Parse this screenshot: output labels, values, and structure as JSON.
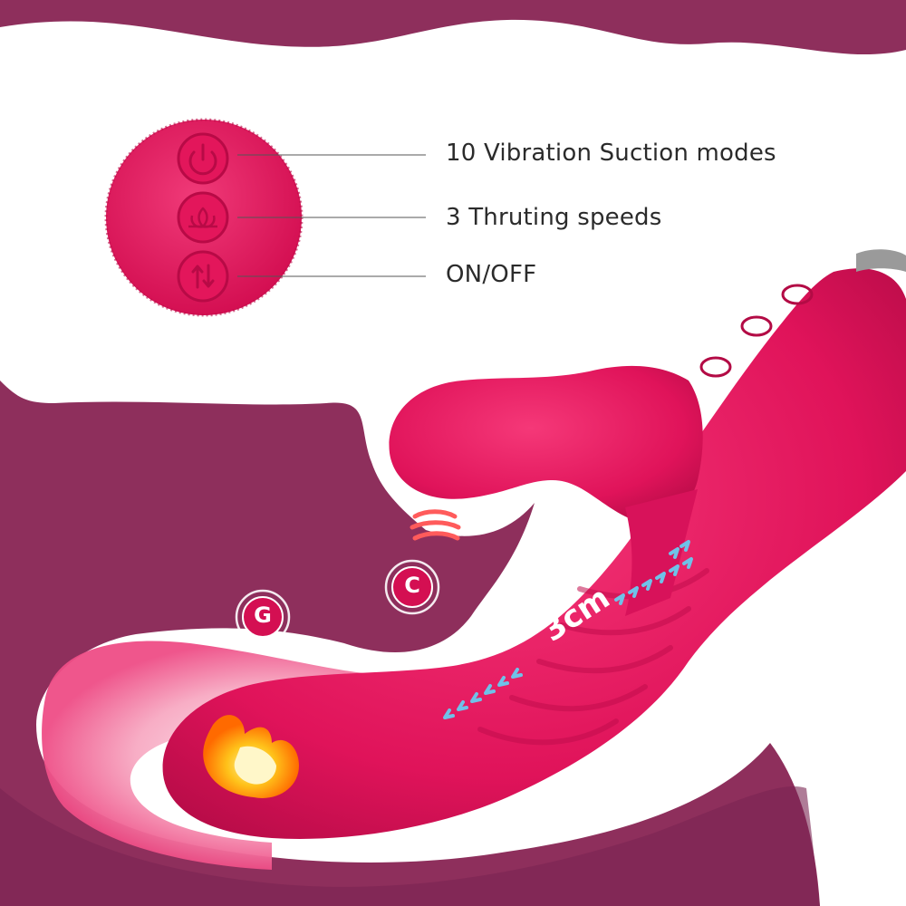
{
  "labels": {
    "line1": "10 Vibration Suction modes",
    "line2": "3 Thruting speeds",
    "line3": "ON/OFF"
  },
  "badges": {
    "g": "G",
    "c": "C"
  },
  "stroke_label": "3cm",
  "buttons": [
    {
      "name": "power-button",
      "icon": "power-icon"
    },
    {
      "name": "mode-button",
      "icon": "lotus-icon"
    },
    {
      "name": "thrust-button",
      "icon": "up-down-arrows-icon"
    }
  ],
  "colors": {
    "plum": "#8e2f5c",
    "plum_dark": "#7a2551",
    "pink": "#e8155f",
    "pink_light": "#f24a82",
    "arrow_blue": "#6fc2e8",
    "text": "#2b2b2b"
  }
}
